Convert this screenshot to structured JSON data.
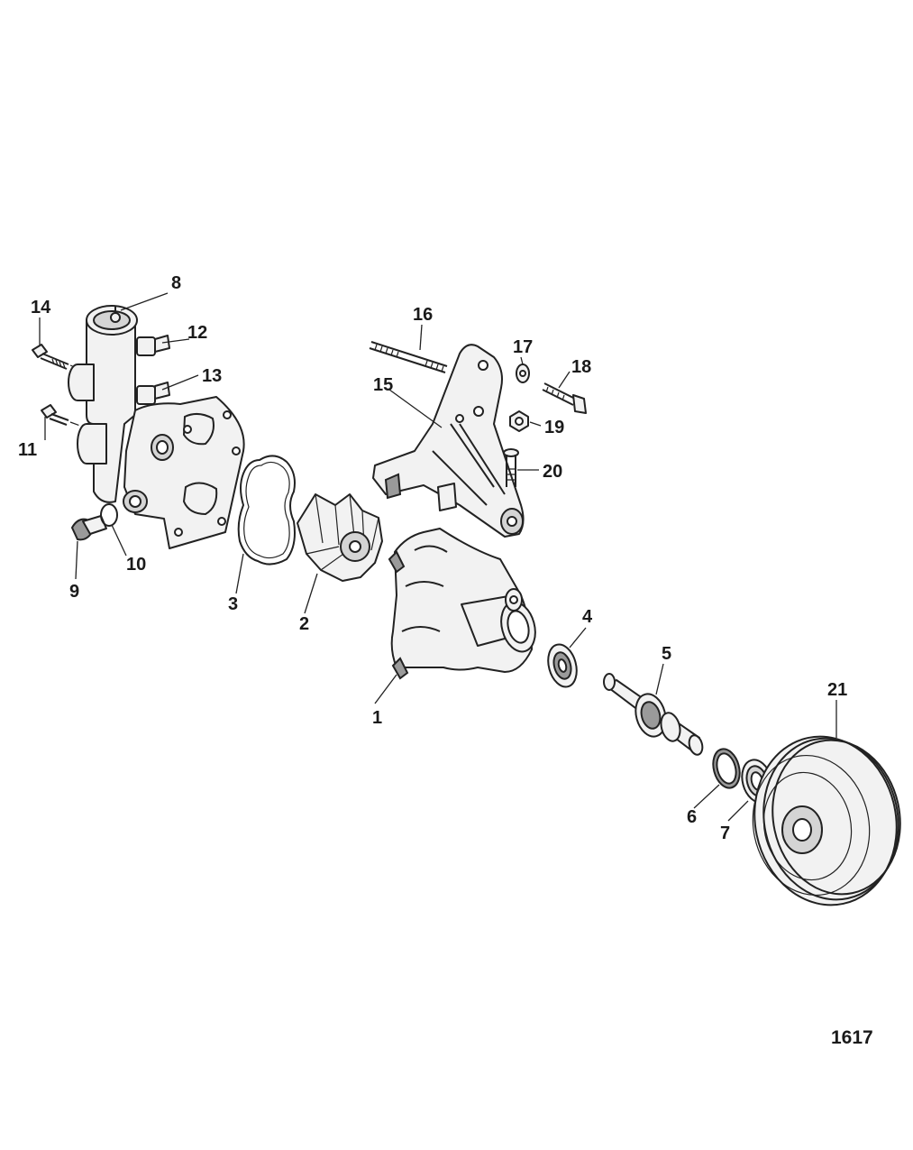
{
  "figure_number": "1617",
  "callouts": [
    "1",
    "2",
    "3",
    "4",
    "5",
    "6",
    "7",
    "8",
    "9",
    "10",
    "11",
    "12",
    "13",
    "14",
    "15",
    "16",
    "17",
    "18",
    "19",
    "20",
    "21"
  ]
}
